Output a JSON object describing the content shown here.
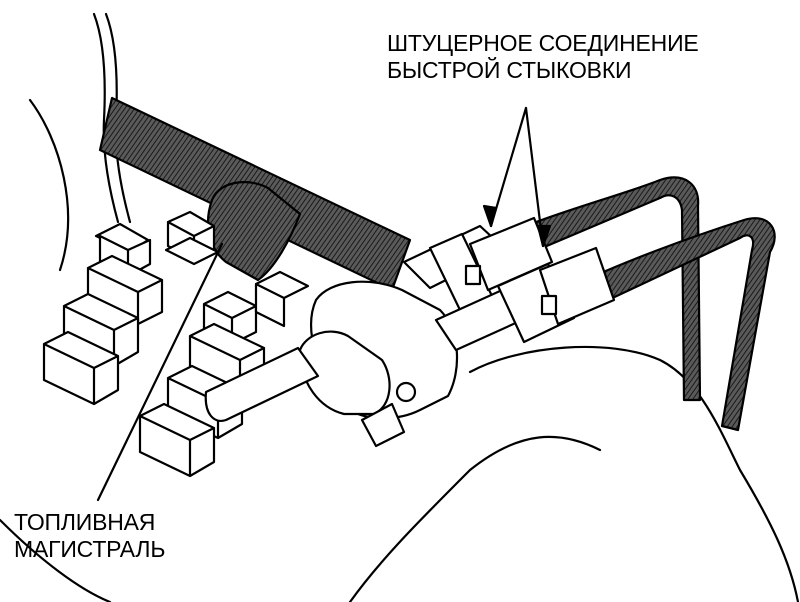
{
  "labels": {
    "quick_connect": {
      "line1": "ШТУЦЕРНОЕ СОЕДИНЕНИЕ",
      "line2": "БЫСТРОЙ СТЫКОВКИ"
    },
    "fuel_rail": {
      "line1": "ТОПЛИВНАЯ",
      "line2": "МАГИСТРАЛЬ"
    }
  },
  "colors": {
    "ink": "#000000",
    "paper": "#ffffff",
    "hatch": "#3a3a3a"
  }
}
